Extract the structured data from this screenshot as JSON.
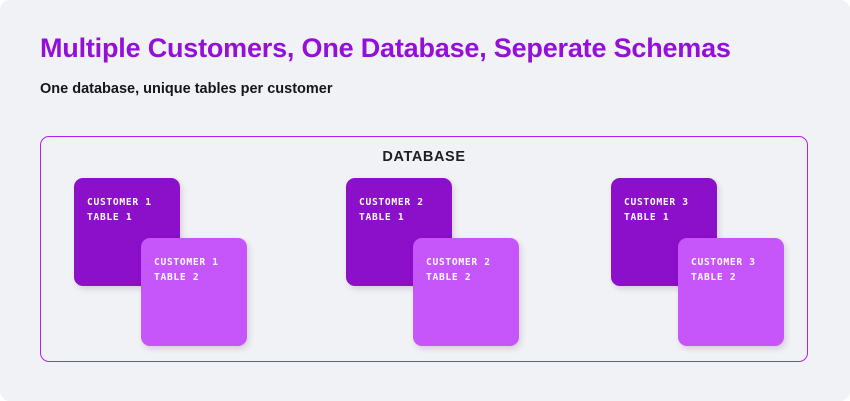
{
  "page": {
    "background_color": "#f1f2f5",
    "title": "Multiple Customers, One Database, Seperate Schemas",
    "title_color": "#9410d8",
    "subtitle": "One database, unique tables per customer",
    "subtitle_color": "#15161a"
  },
  "database": {
    "label": "DATABASE",
    "border_color": "#b421ef",
    "groups": [
      {
        "name": "customer-1",
        "back_card": {
          "line1": "CUSTOMER 1",
          "line2": "TABLE 1",
          "color": "#8c0fc9"
        },
        "front_card": {
          "line1": "CUSTOMER 1",
          "line2": "TABLE 2",
          "color": "#c656fa"
        }
      },
      {
        "name": "customer-2",
        "back_card": {
          "line1": "CUSTOMER 2",
          "line2": "TABLE 1",
          "color": "#8c0fc9"
        },
        "front_card": {
          "line1": "CUSTOMER 2",
          "line2": "TABLE 2",
          "color": "#c656fa"
        }
      },
      {
        "name": "customer-3",
        "back_card": {
          "line1": "CUSTOMER 3",
          "line2": "TABLE 1",
          "color": "#8c0fc9"
        },
        "front_card": {
          "line1": "CUSTOMER 3",
          "line2": "TABLE 2",
          "color": "#c656fa"
        }
      }
    ]
  }
}
